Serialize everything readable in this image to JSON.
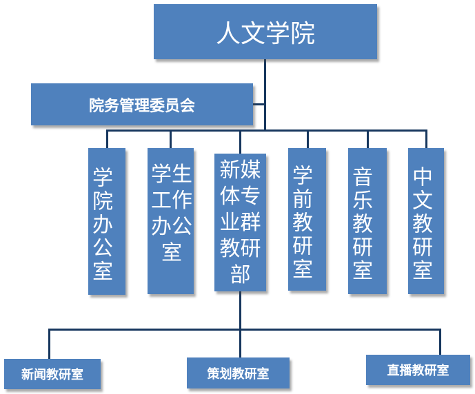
{
  "root": {
    "label": "人文学院"
  },
  "committee": {
    "label": "院务管理委员会"
  },
  "departments": [
    {
      "label": "学院办公室"
    },
    {
      "label": "学生工作办公室"
    },
    {
      "label": "新媒体专业群教研部"
    },
    {
      "label": "学前教研室"
    },
    {
      "label": "音乐教研室"
    },
    {
      "label": "中文教研室"
    }
  ],
  "sub_units": [
    {
      "label": "新闻教研室"
    },
    {
      "label": "策划教研室"
    },
    {
      "label": "直播教研室"
    }
  ],
  "colors": {
    "box_fill": "#4f81bd",
    "connector": "#17375e",
    "text": "#ffffff"
  }
}
